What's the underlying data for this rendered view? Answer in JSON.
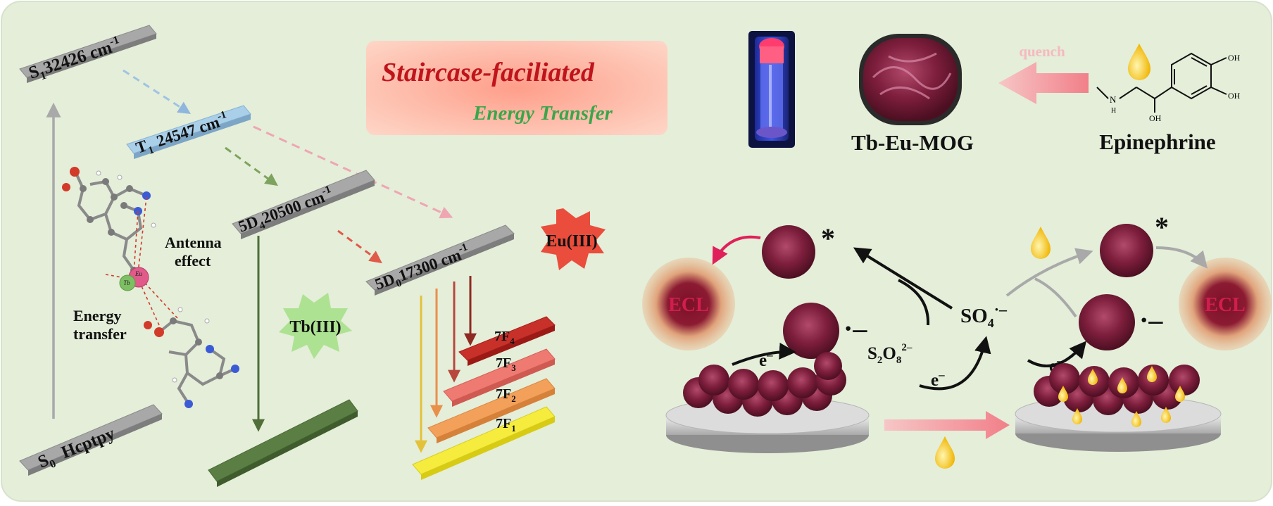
{
  "colors": {
    "background": "#e4eed9",
    "grey_level": "#a8a8a8",
    "triplet_level": "#a9cfe9",
    "tb_emission": "#5b7e45",
    "eu_red": "#c21a1a",
    "title_red": "#c0141c",
    "title_green": "#3aa64a",
    "epinephrine_purple": "#6a1fb0",
    "mog_label": "#8b2a45",
    "ecl_text": "#d21e4e"
  },
  "title": {
    "line1": "Staircase-faciliated",
    "line2": "Energy Transfer"
  },
  "levels": {
    "s1": {
      "sym": "S",
      "sub": "1",
      "energy": "32426 cm",
      "sup": "-1"
    },
    "t1": {
      "sym": "T",
      "sub": "1",
      "energy": "24547 cm",
      "sup": "-1"
    },
    "d4": {
      "pre": "5D",
      "sub": "4",
      "energy": "20500 cm",
      "sup": "-1"
    },
    "d0": {
      "pre": "5D",
      "sub": "0",
      "energy": "17300 cm",
      "sup": "-1"
    },
    "s0": {
      "sym": "S",
      "sub": "0",
      "name": "Hcptpy"
    }
  },
  "f_levels": [
    {
      "pre": "7F",
      "sub": "4"
    },
    {
      "pre": "7F",
      "sub": "3"
    },
    {
      "pre": "7F",
      "sub": "2"
    },
    {
      "pre": "7F",
      "sub": "1"
    }
  ],
  "labels": {
    "antenna_1": "Antenna",
    "antenna_2": "effect",
    "energy_1": "Energy",
    "energy_2": "transfer",
    "tb_ion": "Tb(III)",
    "eu_ion": "Eu(III)",
    "eu_atom": "Eu",
    "tb_atom": "Tb"
  },
  "top_right": {
    "mog": "Tb-Eu-MOG",
    "quench": "quench",
    "analyte": "Epinephrine",
    "oh1": "OH",
    "oh2": "OH",
    "oh3": "OH",
    "nh": "N",
    "nh_h": "H"
  },
  "ecl": {
    "ecl_left": "ECL",
    "ecl_right": "ECL",
    "star_left": "*",
    "star_right": "*",
    "rad_left": "·–",
    "rad_right": "·–",
    "so4": "SO",
    "so4_sub": "4",
    "so4_sup": "·–",
    "s2o8": "S",
    "s2o8_sub1": "2",
    "s2o8_mid": "O",
    "s2o8_sub2": "8",
    "s2o8_sup": "2–",
    "e_left": "e",
    "e_mid": "e",
    "e_right": "e",
    "e_sup": "–"
  }
}
